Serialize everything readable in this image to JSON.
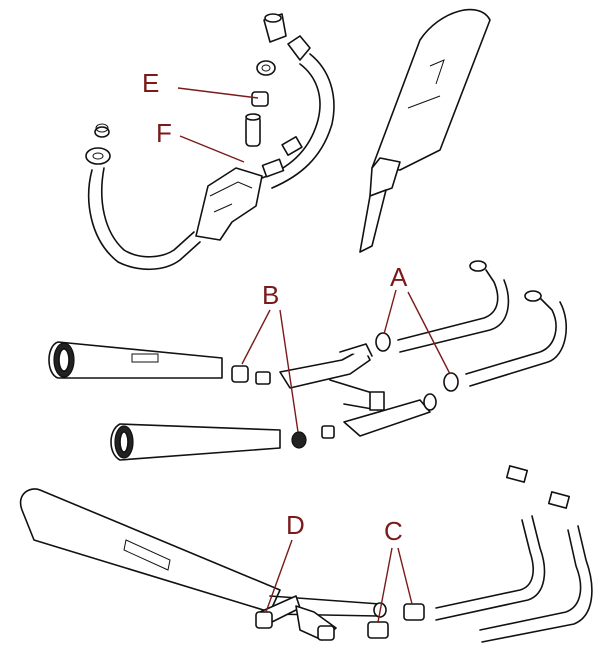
{
  "colors": {
    "label": "#7a1a1a",
    "leader": "#7a1a1a",
    "line": "#111111",
    "background": "#ffffff"
  },
  "callouts": {
    "e": "E",
    "f": "F",
    "a": "A",
    "b": "B",
    "c": "C",
    "d": "D"
  }
}
